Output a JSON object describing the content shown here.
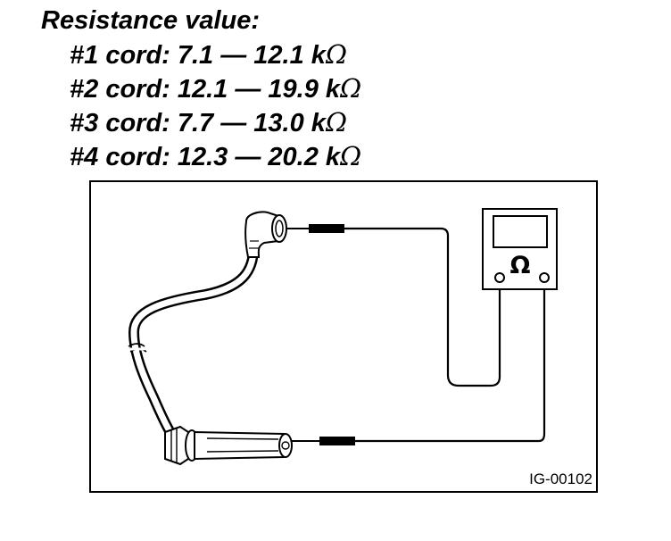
{
  "spec": {
    "title": "Resistance value:",
    "cords": [
      {
        "label": "#1 cord: 7.1 — 12.1 k",
        "unit": "Ω"
      },
      {
        "label": "#2 cord: 12.1 — 19.9 k",
        "unit": "Ω"
      },
      {
        "label": "#3 cord: 7.7 — 13.0 k",
        "unit": "Ω"
      },
      {
        "label": "#4 cord: 12.3 — 20.2 k",
        "unit": "Ω"
      }
    ]
  },
  "meter": {
    "symbol": "Ω"
  },
  "figure": {
    "id": "IG-00102"
  }
}
